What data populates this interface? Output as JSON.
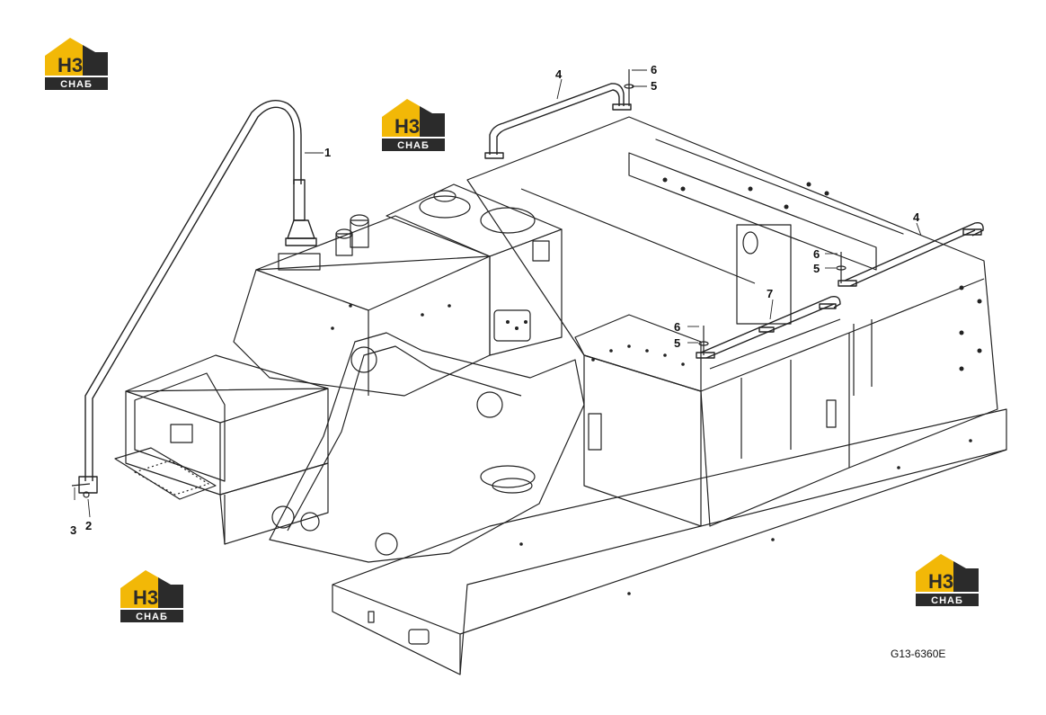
{
  "figure_ref": "G13-6360E",
  "colors": {
    "line": "#222222",
    "logo_yellow": "#F2B807",
    "logo_dark": "#2B2B2B",
    "logo_letter": "#2B2B2B",
    "logo_text": "#FFFFFF"
  },
  "logo": {
    "mark": "H3",
    "text": "СНАБ"
  },
  "callouts": [
    {
      "id": "c1",
      "label": "1"
    },
    {
      "id": "c2",
      "label": "2"
    },
    {
      "id": "c3",
      "label": "3"
    },
    {
      "id": "c4a",
      "label": "4"
    },
    {
      "id": "c4b",
      "label": "4"
    },
    {
      "id": "c5a",
      "label": "5"
    },
    {
      "id": "c5b",
      "label": "5"
    },
    {
      "id": "c5c",
      "label": "5"
    },
    {
      "id": "c6a",
      "label": "6"
    },
    {
      "id": "c6b",
      "label": "6"
    },
    {
      "id": "c6c",
      "label": "6"
    },
    {
      "id": "c7",
      "label": "7"
    }
  ]
}
